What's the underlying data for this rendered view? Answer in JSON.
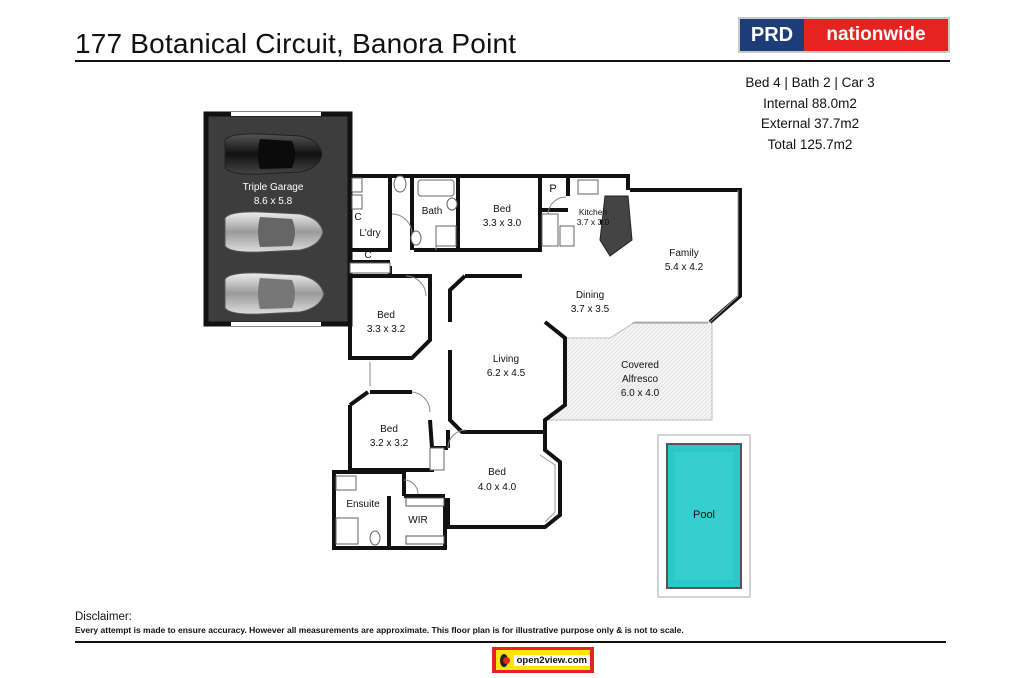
{
  "header": {
    "address": "177 Botanical Circuit, Banora Point",
    "brand_left": "PRD",
    "brand_right": "nationwide"
  },
  "stats": {
    "line1": "Bed 4 | Bath 2 | Car 3",
    "line2": "Internal 88.0m2",
    "line3": "External 37.7m2",
    "line4": "Total 125.7m2"
  },
  "rooms": {
    "garage_name": "Triple Garage",
    "garage_size": "8.6 x 5.8",
    "laundry": "L'dry",
    "cupboard": "C",
    "bath": "Bath",
    "bed1_name": "Bed",
    "bed1_size": "3.3 x 3.0",
    "pantry": "P",
    "kitchen_name": "Kitchen",
    "kitchen_size": "3.7 x 3.0",
    "family_name": "Family",
    "family_size": "5.4 x 4.2",
    "dining_name": "Dining",
    "dining_size": "3.7 x 3.5",
    "bed2_name": "Bed",
    "bed2_size": "3.3 x 3.2",
    "living_name": "Living",
    "living_size": "6.2 x 4.5",
    "alfresco_name1": "Covered",
    "alfresco_name2": "Alfresco",
    "alfresco_size": "6.0 x 4.0",
    "bed3_name": "Bed",
    "bed3_size": "3.2 x 3.2",
    "bed4_name": "Bed",
    "bed4_size": "4.0 x 4.0",
    "ensuite": "Ensuite",
    "wir": "WIR",
    "pool": "Pool"
  },
  "colors": {
    "garage_fill": "#3d3d3d",
    "wall": "#111111",
    "pool_water": "#2cc7c7",
    "brand_blue": "#1c3d78",
    "brand_red": "#e52421"
  },
  "footer": {
    "disclaimer_title": "Disclaimer:",
    "disclaimer_text": "Every attempt is made to ensure accuracy. However all measurements are approximate. This floor plan is for illustrative purpose only & is not to scale.",
    "badge_text": "open2view.com"
  }
}
